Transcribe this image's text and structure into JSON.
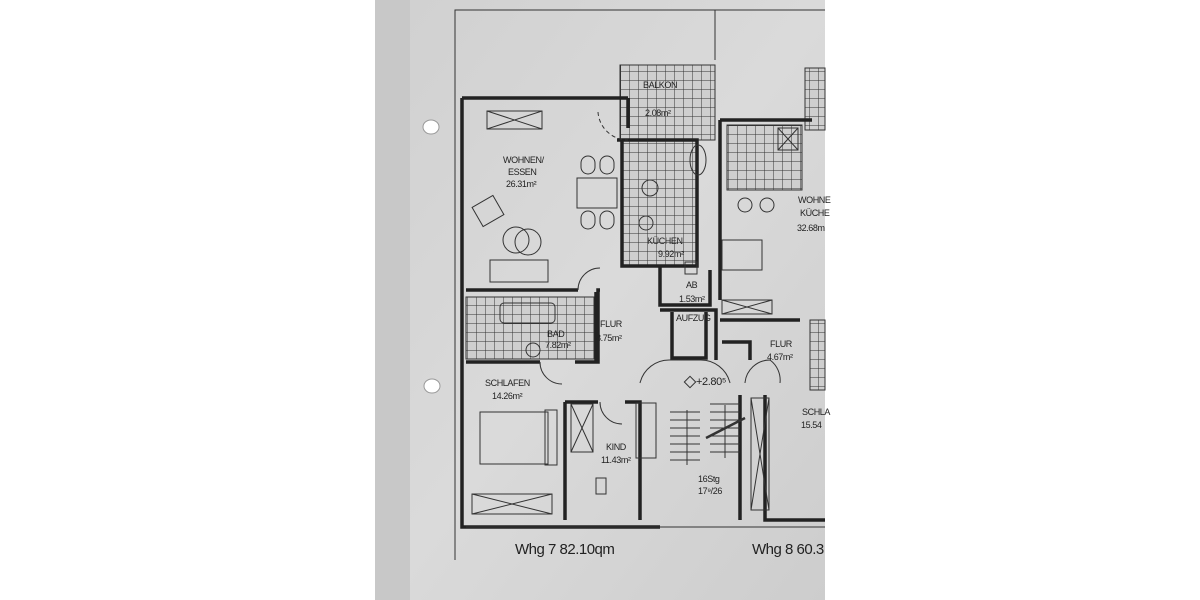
{
  "plan": {
    "rooms": {
      "wohnen": {
        "name_1": "WOHNEN/",
        "name_2": "ESSEN",
        "area": "26.31m²"
      },
      "balkon": {
        "name": "BALKON",
        "area": "2.08m²"
      },
      "kuechen": {
        "name": "KÜCHEN",
        "area": "9.92m²"
      },
      "ab": {
        "name": "AB",
        "area": "1.53m²"
      },
      "flur7": {
        "name": "FLUR",
        "area": "8.75m²"
      },
      "bad": {
        "name": "BAD",
        "area": "7.82m²"
      },
      "aufzug": {
        "name": "AUFZUG"
      },
      "flur8": {
        "name": "FLUR",
        "area": "4.67m²"
      },
      "schlafen": {
        "name": "SCHLAFEN",
        "area": "14.26m²"
      },
      "kind": {
        "name": "KIND",
        "area": "11.43m²"
      },
      "wohnen8": {
        "name_1": "WOHNE",
        "name_2": "KÜCHE",
        "area": "32.68m"
      },
      "schlafen8": {
        "name": "SCHLA",
        "area": "15.54"
      }
    },
    "elevation": "+2.80⁵",
    "stairs": {
      "steps": "16Stg",
      "ratio": "17⁹/26"
    },
    "units": {
      "whg7": "Whg 7 82.10qm",
      "whg8": "Whg 8 60.3"
    }
  }
}
